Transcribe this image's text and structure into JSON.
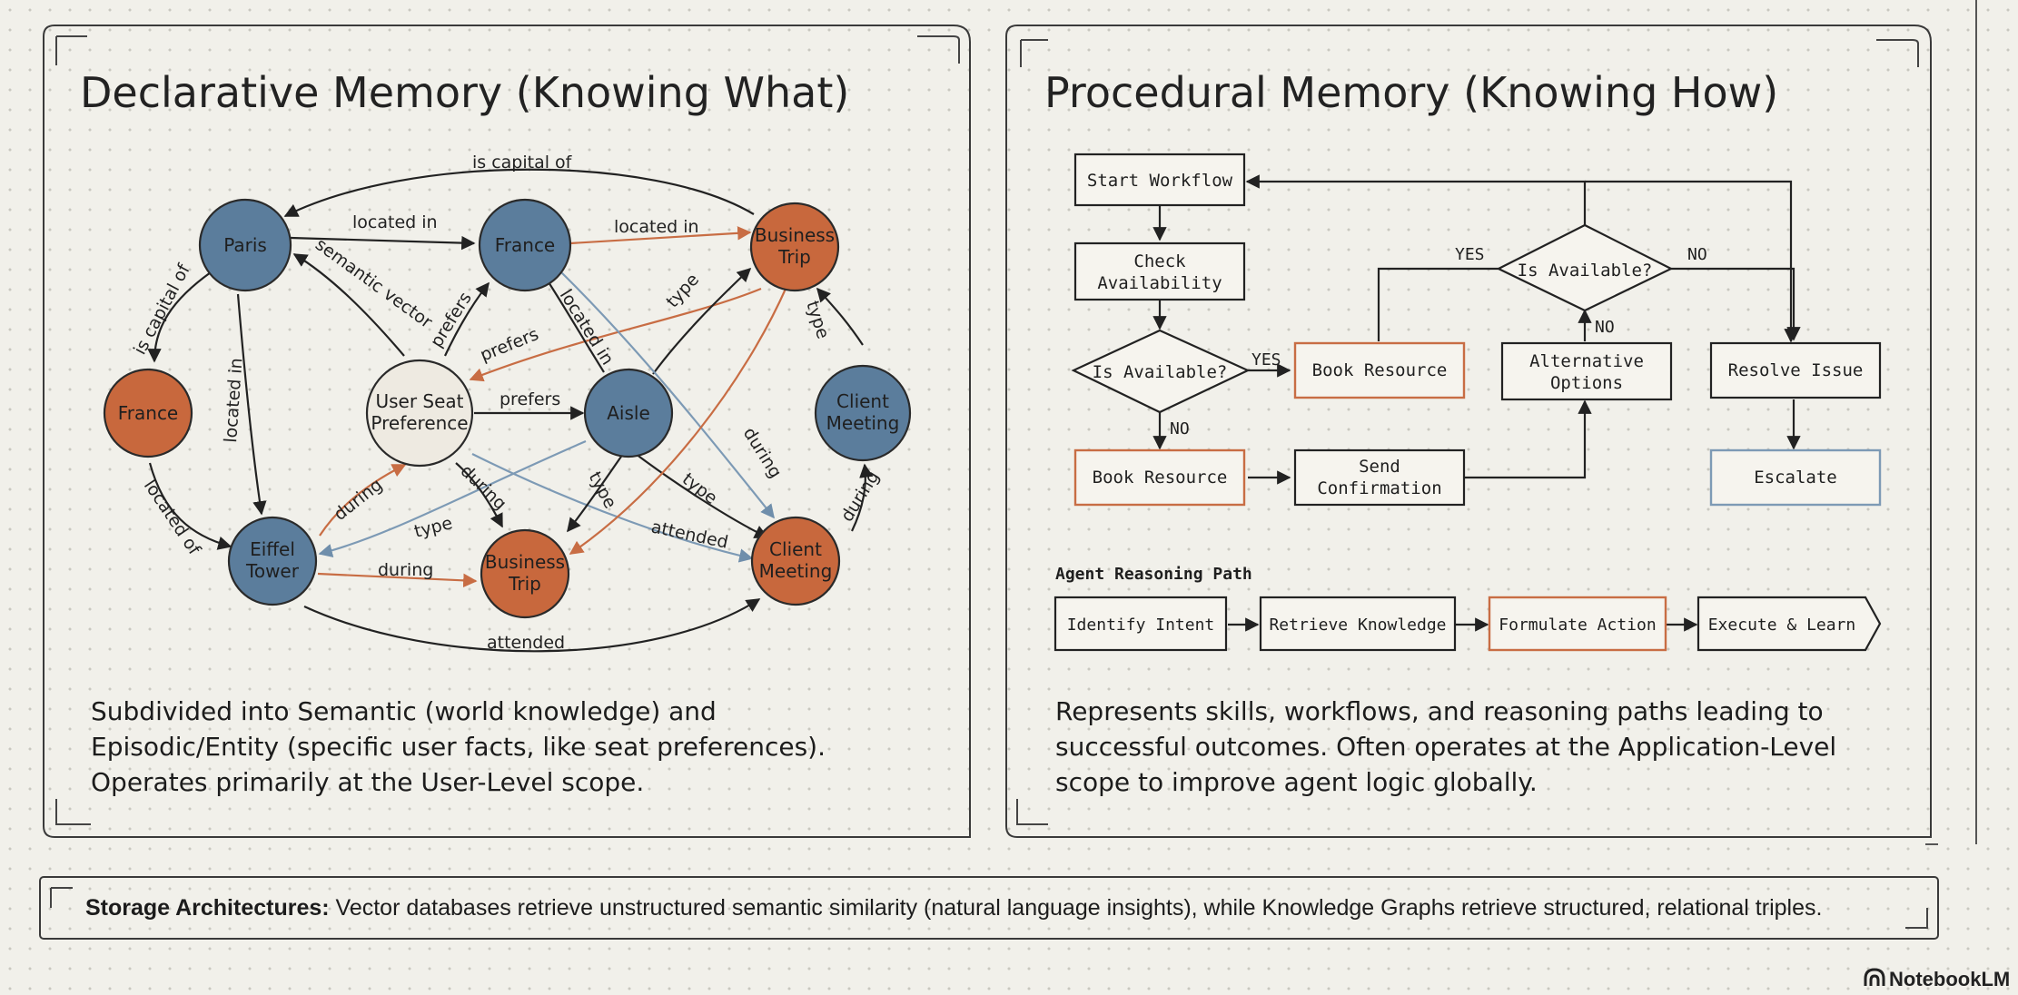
{
  "declarative": {
    "title": "Declarative Memory (Knowing What)",
    "description": [
      "Subdivided into Semantic (world knowledge) and",
      "Episodic/Entity (specific user facts, like seat preferences).",
      "Operates primarily at the User-Level scope."
    ],
    "nodes": {
      "paris": [
        "Paris"
      ],
      "france_top": [
        "France"
      ],
      "business_trip_top": [
        "Business",
        "Trip"
      ],
      "france_left": [
        "France"
      ],
      "user_seat": [
        "User Seat",
        "Preference"
      ],
      "aisle": [
        "Aisle"
      ],
      "client_meeting_right": [
        "Client",
        "Meeting"
      ],
      "eiffel": [
        "Eiffel",
        "Tower"
      ],
      "business_trip_bottom": [
        "Business",
        "Trip"
      ],
      "client_meeting_bottom": [
        "Client",
        "Meeting"
      ]
    },
    "edge_labels": {
      "is_capital_of_top": "is capital of",
      "located_in_top": "located in",
      "located_in_top_right": "located in",
      "is_capital_of_left": "is capital of",
      "located_in_left": "located in",
      "semantic_vector": "semantic vector",
      "prefers_up": "prefers",
      "prefers_back": "prefers",
      "prefers_mid": "prefers",
      "located_in_aisle": "located in",
      "type_up": "type",
      "type_right": "type",
      "during_up": "during",
      "located_of": "located of",
      "during_bottom": "during",
      "type_left": "type",
      "during_mid": "during",
      "type_mid": "type",
      "type_mid2": "type",
      "attended_mid": "attended",
      "during_right": "during",
      "during_right2": "during",
      "attended_bottom": "attended"
    }
  },
  "procedural": {
    "title": "Procedural Memory (Knowing How)",
    "flow": {
      "start": "Start Workflow",
      "check": [
        "Check",
        "Availability"
      ],
      "is_available_1": "Is Available?",
      "yes_1": "YES",
      "no_1": "NO",
      "book_1": "Book Resource",
      "book_2": "Book Resource",
      "send": [
        "Send",
        "Confirmation"
      ],
      "is_available_2": "Is Available?",
      "yes_2": "YES",
      "no_2": "NO",
      "no_3": "NO",
      "alternative": [
        "Alternative",
        "Options"
      ],
      "resolve": "Resolve Issue",
      "escalate": "Escalate"
    },
    "reasoning_title": "Agent Reasoning Path",
    "reasoning_steps": [
      "Identify Intent",
      "Retrieve Knowledge",
      "Formulate Action",
      "Execute & Learn"
    ],
    "description": [
      "Represents skills, workflows, and reasoning paths leading to",
      "successful outcomes. Often operates at the Application-Level",
      "scope to improve agent logic globally."
    ]
  },
  "footer": {
    "label": "Storage Architectures:",
    "text": " Vector databases retrieve unstructured semantic similarity (natural language insights), while Knowledge Graphs retrieve structured, relational triples."
  },
  "brand": "NotebookLM",
  "colors": {
    "blue_node": "#5b7d9c",
    "orange_node": "#c8683d",
    "neutral_node": "#eeeae1",
    "blue_edge": "#7d9ab5",
    "orange_edge": "#cc7a52",
    "ink": "#222222"
  }
}
